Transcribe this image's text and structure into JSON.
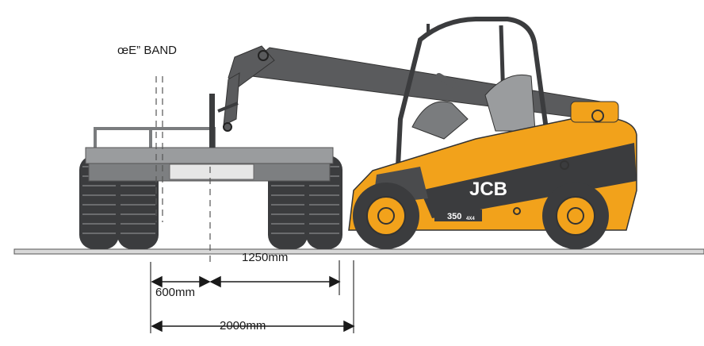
{
  "band_label": "œE” BAND",
  "machine_brand": "JCB",
  "machine_model": "350",
  "machine_model_suffix": "4X4",
  "dimensions": {
    "d1250": "1250mm",
    "d600": "600mm",
    "d2000": "2000mm"
  },
  "colors": {
    "jcb_yellow": "#f2a21b",
    "dark_grey": "#4a4b4d",
    "mid_grey": "#8a8c8e",
    "light_grey": "#c9cacb",
    "tyre": "#3b3c3e"
  }
}
